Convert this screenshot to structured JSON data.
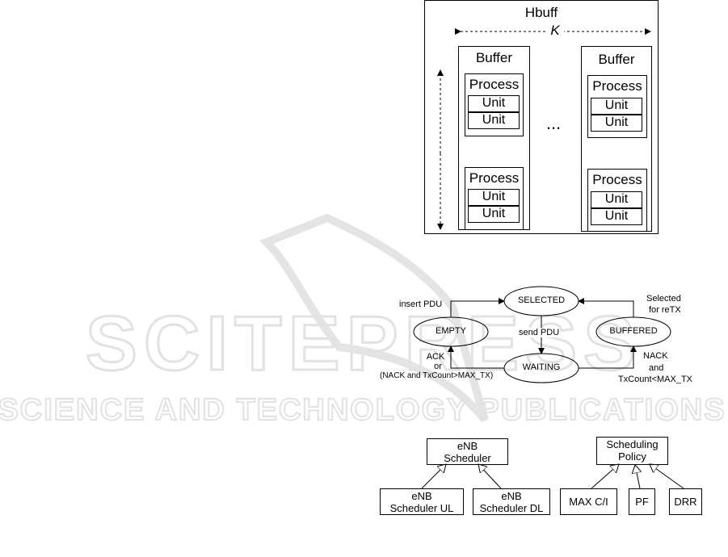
{
  "hbuff": {
    "title": "Hbuff",
    "k_label": "K",
    "dots": "...",
    "buffer_label": "Buffer",
    "process_label": "Process",
    "unit_label": "Unit"
  },
  "state_diagram": {
    "states": {
      "selected": "SELECTED",
      "empty": "EMPTY",
      "buffered": "BUFFERED",
      "waiting": "WAITING"
    },
    "labels": {
      "insert_pdu": "insert PDU",
      "send_pdu": "send PDU",
      "selected_line1": "Selected",
      "selected_line2": "for reTX",
      "ack_line1": "ACK",
      "ack_line2": "or",
      "ack_line3": "(NACK and TxCount>MAX_TX)",
      "nack_line1": "NACK",
      "nack_line2": "and",
      "nack_line3": "TxCount<MAX_TX"
    }
  },
  "uml": {
    "enb_scheduler_l1": "eNB",
    "enb_scheduler_l2": "Scheduler",
    "ul_l1": "eNB",
    "ul_l2": "Scheduler UL",
    "dl_l1": "eNB",
    "dl_l2": "Scheduler DL",
    "policy_l1": "Scheduling",
    "policy_l2": "Policy",
    "maxci": "MAX C/I",
    "pf": "PF",
    "drr": "DRR"
  },
  "watermark": {
    "line1": "SCITEPRESS",
    "line2": "SCIENCE AND TECHNOLOGY PUBLICATIONS"
  }
}
